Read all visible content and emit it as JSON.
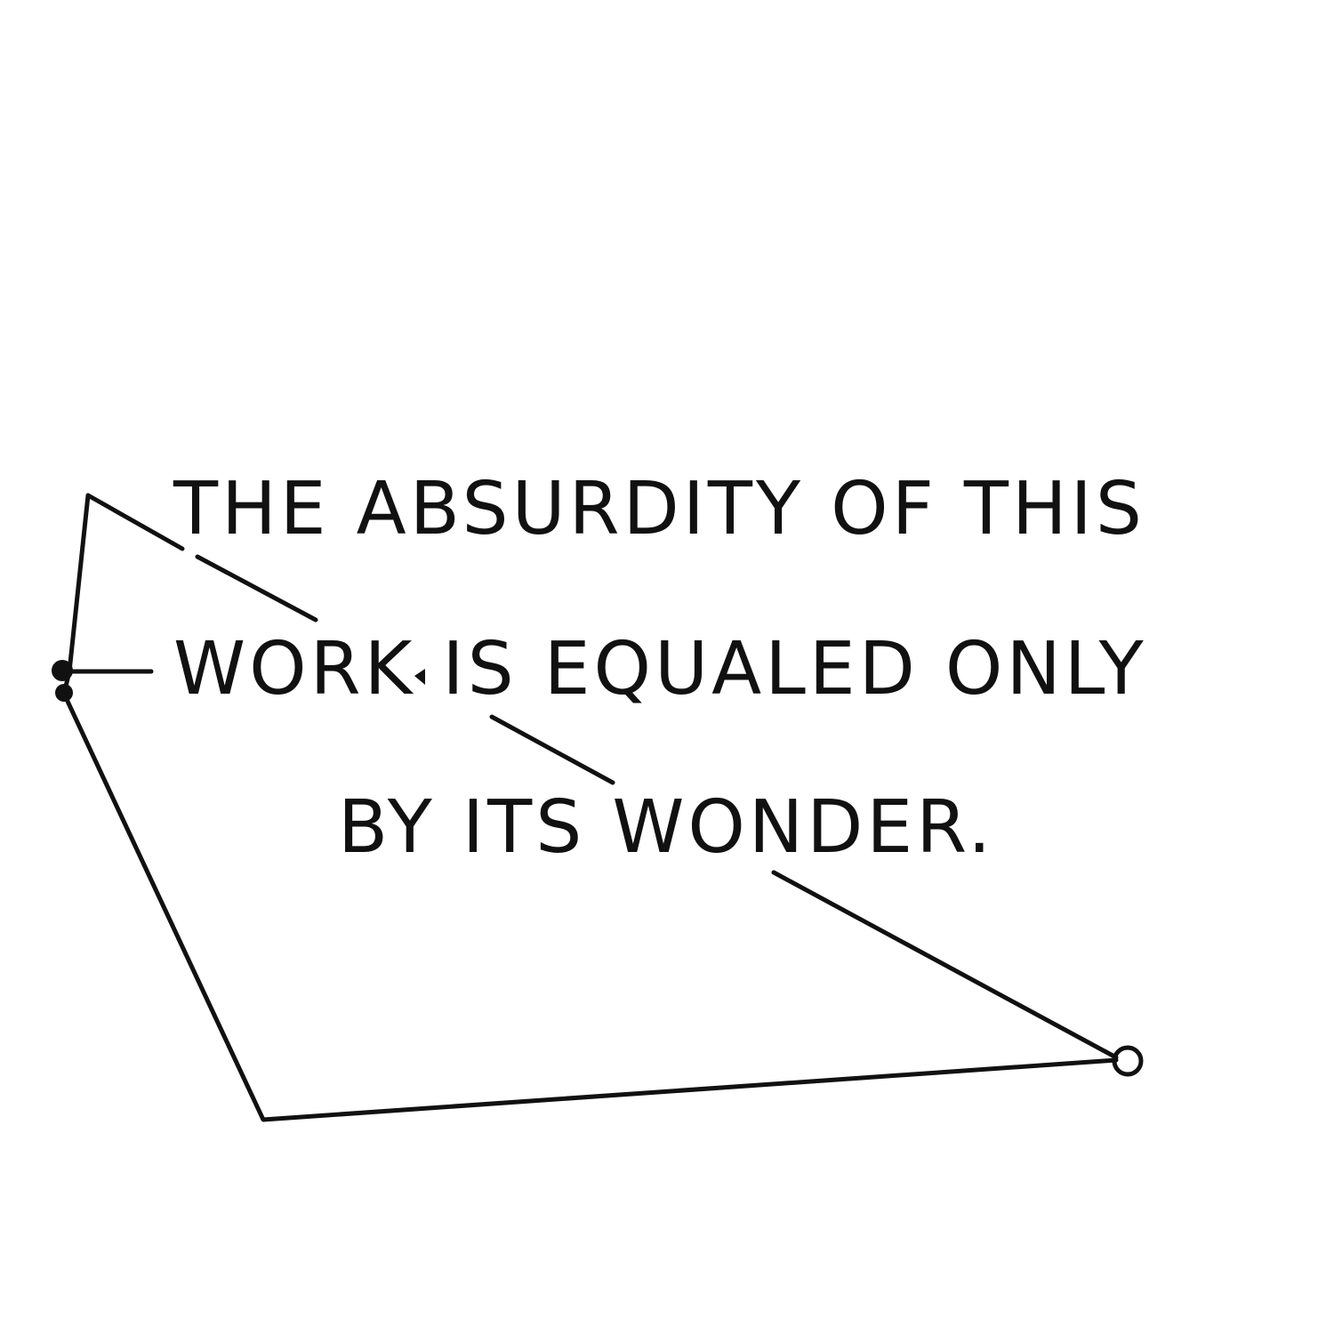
{
  "text_lines": [
    "THE ABSURDITY OF THIS",
    "WORK IS EQUALED ONLY",
    "BY ITS WONDER."
  ],
  "colors": {
    "background": "#ffffff",
    "ink": "#111111"
  }
}
